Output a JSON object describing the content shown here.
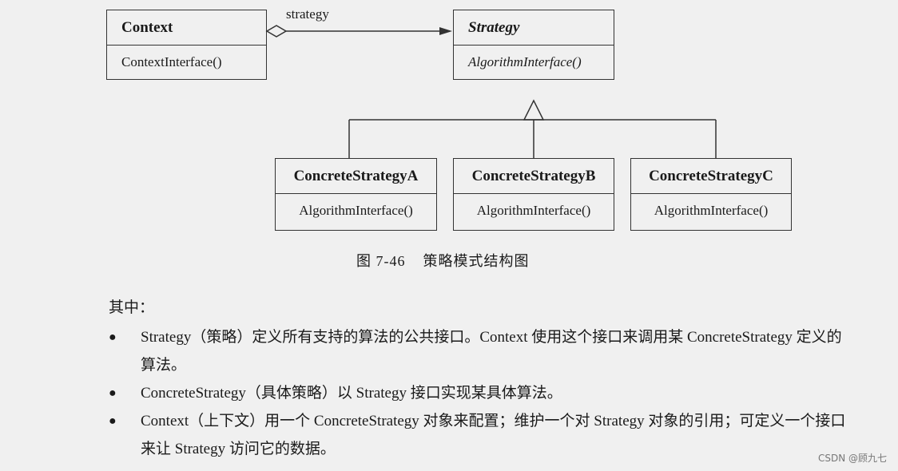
{
  "diagram": {
    "context": {
      "name": "Context",
      "method": "ContextInterface()"
    },
    "association_label": "strategy",
    "strategy": {
      "name": "Strategy",
      "method": "AlgorithmInterface()"
    },
    "concrete": [
      {
        "name": "ConcreteStrategyA",
        "method": "AlgorithmInterface()"
      },
      {
        "name": "ConcreteStrategyB",
        "method": "AlgorithmInterface()"
      },
      {
        "name": "ConcreteStrategyC",
        "method": "AlgorithmInterface()"
      }
    ]
  },
  "caption": {
    "number": "图 7-46",
    "title": "策略模式结构图"
  },
  "body": {
    "intro": "其中：",
    "bullets": [
      "Strategy（策略）定义所有支持的算法的公共接口。Context 使用这个接口来调用某 ConcreteStrategy 定义的算法。",
      "ConcreteStrategy（具体策略）以 Strategy 接口实现某具体算法。",
      "Context（上下文）用一个 ConcreteStrategy 对象来配置；维护一个对 Strategy 对象的引用；可定义一个接口来让 Strategy 访问它的数据。"
    ],
    "bullet_glyph": "●"
  },
  "watermark": "CSDN @顾九七"
}
